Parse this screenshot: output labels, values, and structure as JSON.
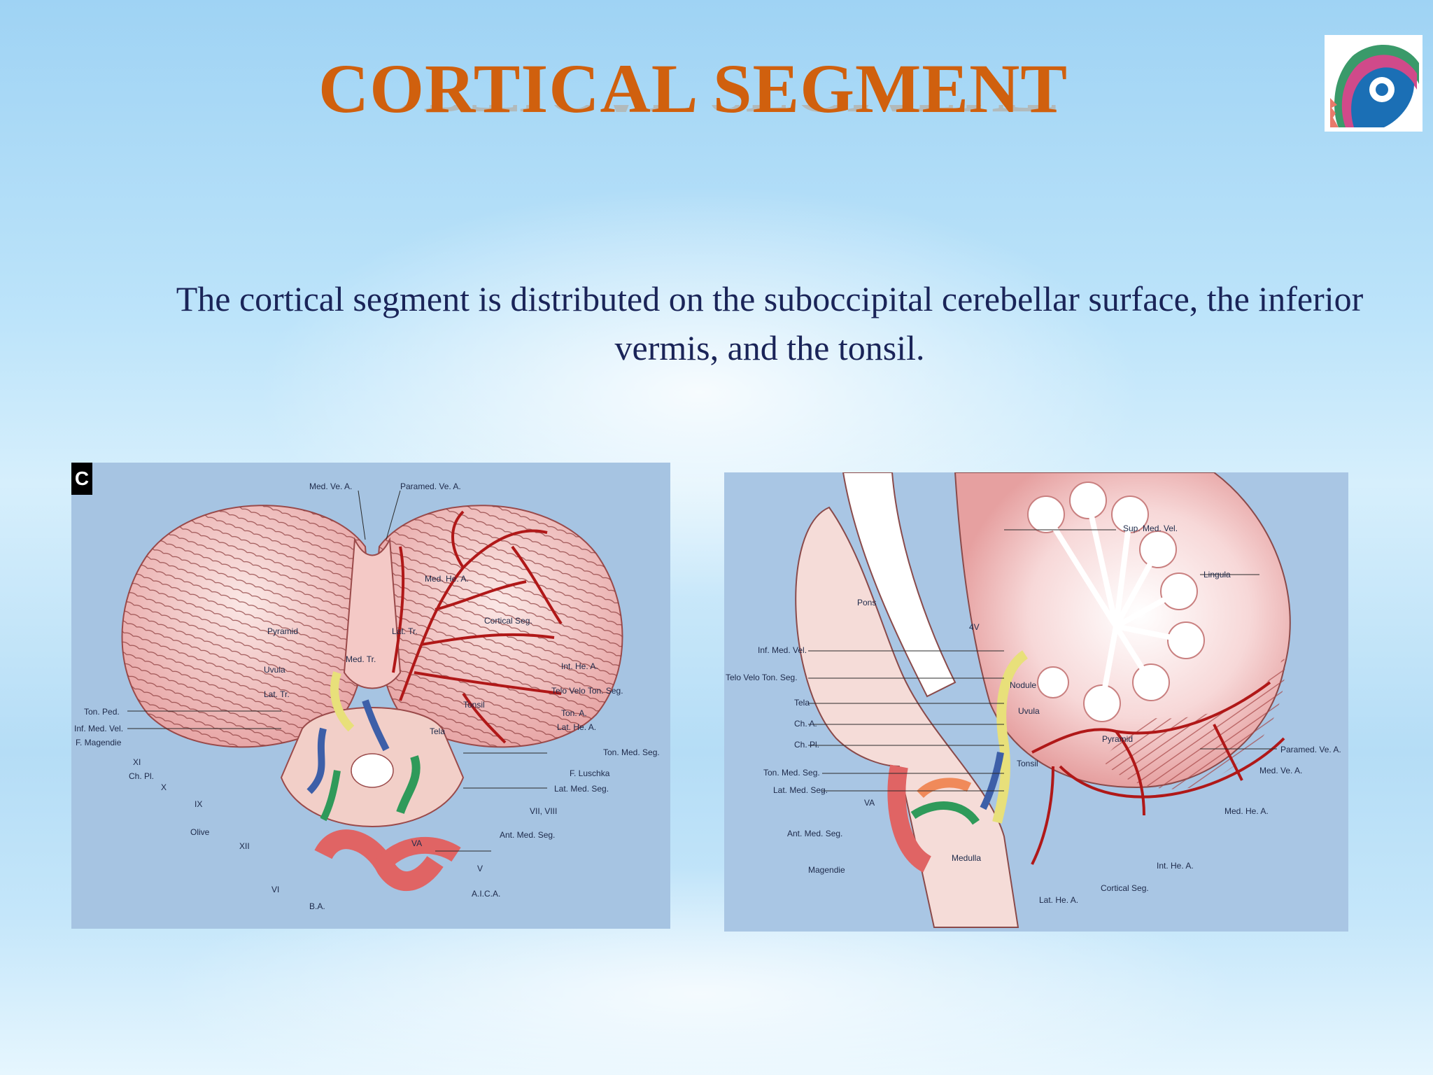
{
  "slide": {
    "title": "CORTICAL SEGMENT",
    "body": "The cortical segment is distributed on the suboccipital cerebellar surface, the inferior vermis, and the tonsil."
  },
  "figure_left": {
    "panel_letter": "C",
    "labels": {
      "med_ve_a": "Med. Ve. A.",
      "paramed_ve_a": "Paramed. Ve. A.",
      "med_he_a": "Med. He. A.",
      "cortical_seg": "Cortical Seg.",
      "pyramid": "Pyramid",
      "uvula": "Uvula",
      "lat_tr": "Lat. Tr.",
      "lat_tr2": "Lat. Tr.",
      "med_tr": "Med. Tr.",
      "int_he_a": "Int. He. A.",
      "telo_velo_ton_seg": "Telo Velo Ton. Seg.",
      "ton_a": "Ton. A.",
      "lat_he_a": "Lat. He. A.",
      "tonsil": "Tonsil",
      "tela": "Tela",
      "ton_ped": "Ton. Ped.",
      "inf_med_vel": "Inf. Med. Vel.",
      "f_magendie": "F. Magendie",
      "xi": "XI",
      "ch_pl": "Ch. Pl.",
      "x": "X",
      "ix": "IX",
      "olive": "Olive",
      "xii": "XII",
      "vi": "VI",
      "ba": "B.A.",
      "ton_med_seg": "Ton. Med. Seg.",
      "f_luschka": "F. Luschka",
      "lat_med_seg": "Lat. Med. Seg.",
      "vii_viii": "VII, VIII",
      "ant_med_seg": "Ant. Med. Seg.",
      "v": "V",
      "aica": "A.I.C.A.",
      "va": "VA"
    }
  },
  "figure_right": {
    "labels": {
      "sup_med_vel": "Sup. Med. Vel.",
      "lingula": "Lingula",
      "pons": "Pons",
      "fourth_v": "4V",
      "inf_med_vel": "Inf. Med. Vel.",
      "telo_velo_ton_seg": "Telo Velo Ton. Seg.",
      "tela": "Tela",
      "ch_a": "Ch. A.",
      "ch_pl": "Ch. Pl.",
      "ton_med_seg": "Ton. Med. Seg.",
      "lat_med_seg": "Lat. Med. Seg.",
      "va": "VA",
      "ant_med_seg": "Ant. Med. Seg.",
      "magendie": "Magendie",
      "medulla": "Medulla",
      "nodule": "Nodule",
      "uvula": "Uvula",
      "tonsil": "Tonsil",
      "pyramid": "Pyramid",
      "paramed_ve_a": "Paramed. Ve. A.",
      "med_ve_a": "Med. Ve. A.",
      "med_he_a": "Med. He. A.",
      "int_he_a": "Int. He. A.",
      "cortical_seg": "Cortical Seg.",
      "lat_he_a": "Lat. He. A."
    }
  },
  "colors": {
    "title": "#d0600e",
    "body_text": "#1a2458",
    "artery": "#b01818",
    "vessel_blue": "#3d5fa8",
    "vessel_yellow": "#e8e07a",
    "vessel_green": "#2f9a5a",
    "tissue": "#f2c7c7"
  }
}
